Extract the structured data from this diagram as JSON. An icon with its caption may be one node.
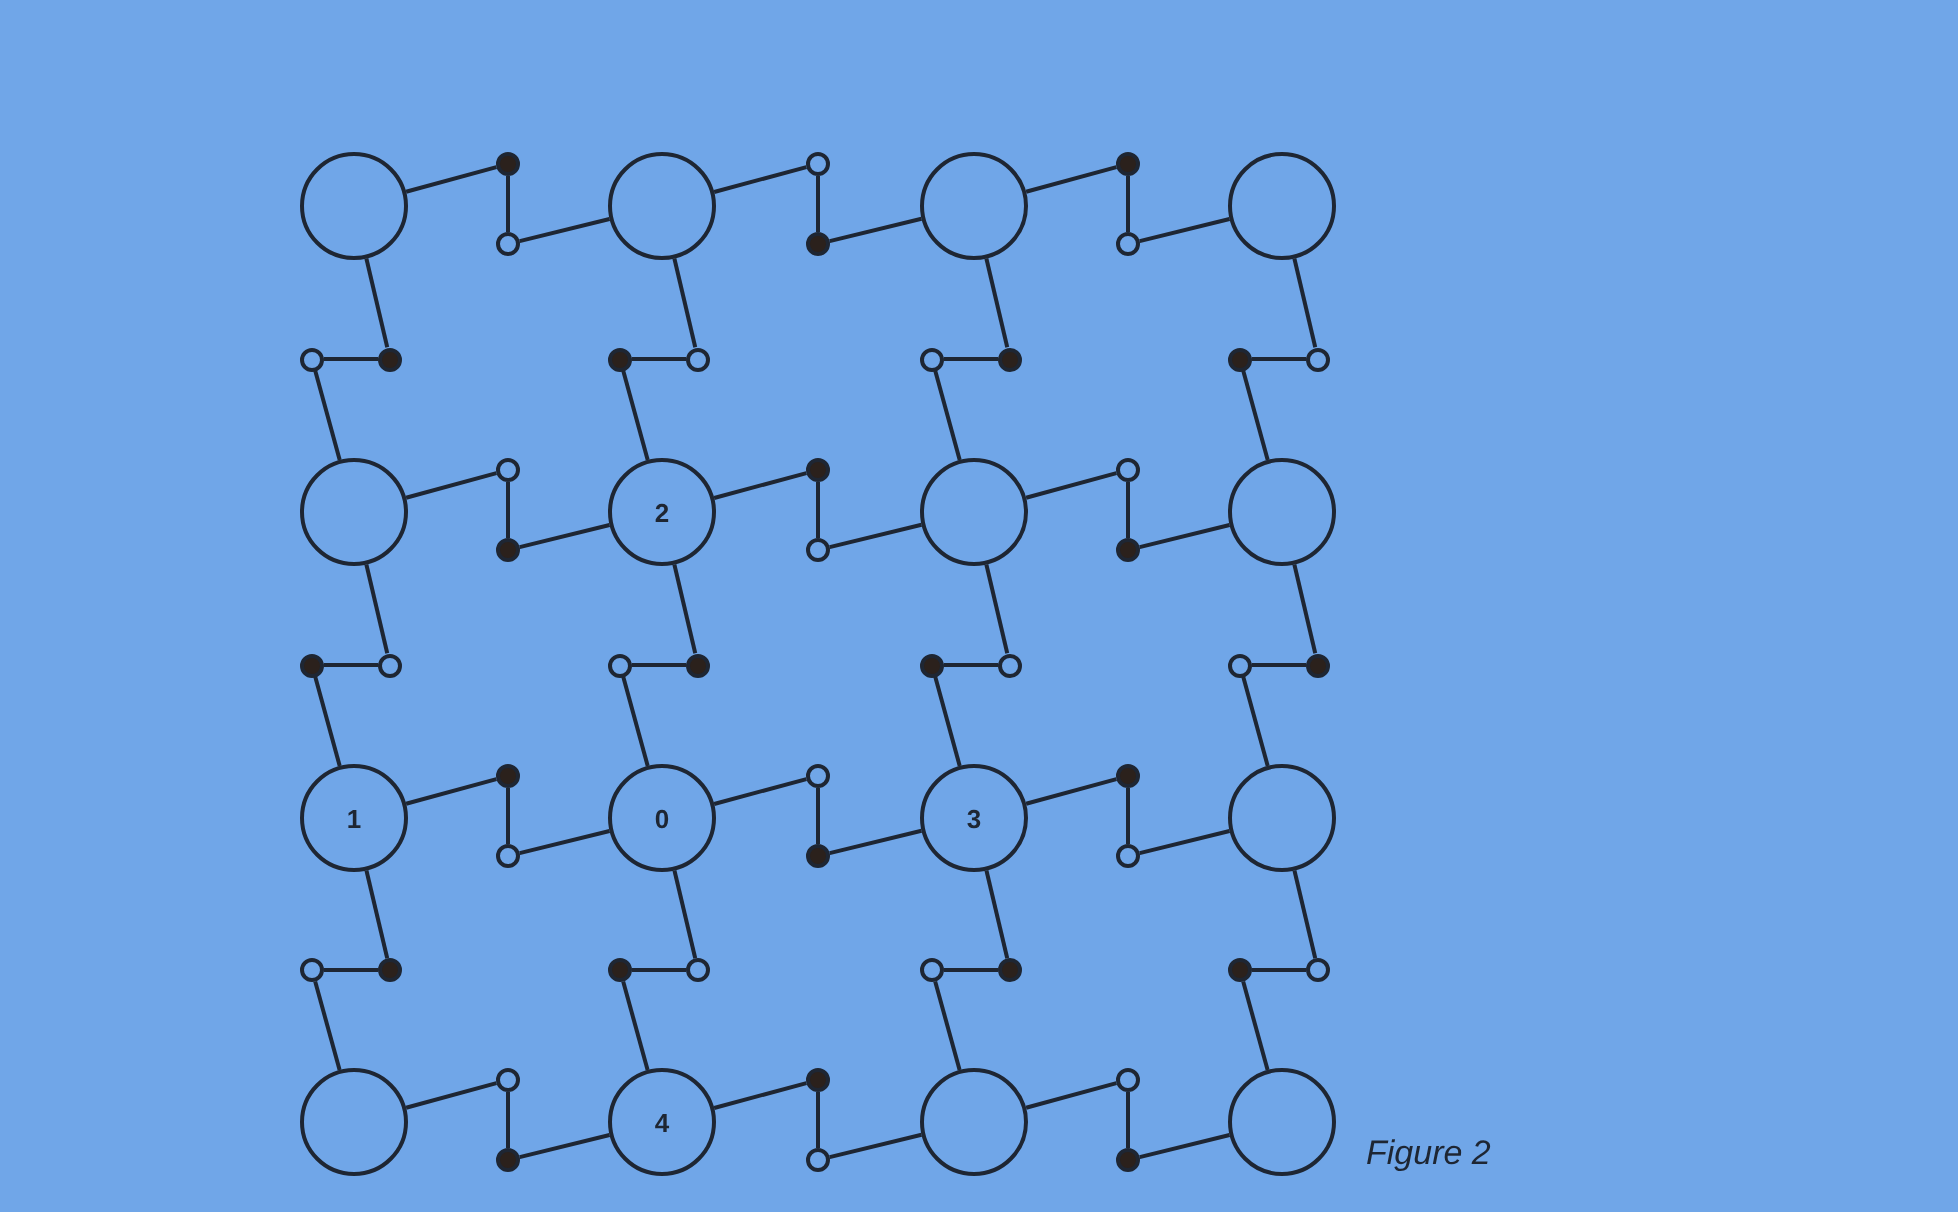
{
  "diagram": {
    "nodes": [
      {
        "text": [],
        "shape": "circle"
      },
      {
        "text": [],
        "shape": "dot"
      },
      {
        "text": [],
        "shape": "circle"
      },
      {
        "text": [],
        "shape": "circle"
      },
      {
        "text": [],
        "shape": "circle"
      },
      {
        "text": [],
        "shape": "dot"
      },
      {
        "text": [],
        "shape": "circle"
      },
      {
        "text": [],
        "shape": "dot"
      },
      {
        "text": [],
        "shape": "circle"
      },
      {
        "text": [],
        "shape": "circle"
      },
      {
        "text": [],
        "shape": "circle"
      },
      {
        "text": [],
        "shape": "dot"
      },
      {
        "text": [],
        "shape": "dot"
      },
      {
        "text": [],
        "shape": "circle"
      },
      {
        "text": [],
        "shape": "circle"
      },
      {
        "text": [],
        "shape": "dot"
      },
      {
        "text": [],
        "shape": "dot"
      },
      {
        "text": [],
        "shape": "circle"
      },
      {
        "text": [],
        "shape": "circle"
      },
      {
        "text": [],
        "shape": "circle"
      },
      {
        "text": [],
        "shape": "dot"
      },
      {
        "text": [
          "2"
        ]
      },
      {
        "text": [],
        "shape": "dot"
      },
      {
        "text": [],
        "shape": "circle"
      },
      {
        "text": [],
        "shape": "circle"
      },
      {
        "text": [],
        "shape": "circle"
      },
      {
        "text": [],
        "shape": "dot"
      },
      {
        "text": [],
        "shape": "circle"
      },
      {
        "text": [],
        "shape": "dot"
      },
      {
        "text": [],
        "shape": "circle"
      },
      {
        "text": [],
        "shape": "circle"
      },
      {
        "text": [],
        "shape": "dot"
      },
      {
        "text": [],
        "shape": "dot"
      },
      {
        "text": [],
        "shape": "circle"
      },
      {
        "text": [],
        "shape": "circle"
      },
      {
        "text": [],
        "shape": "dot"
      },
      {
        "text": [
          "1"
        ]
      },
      {
        "text": [],
        "shape": "dot"
      },
      {
        "text": [],
        "shape": "circle"
      },
      {
        "text": [
          "0"
        ]
      },
      {
        "text": [],
        "shape": "circle"
      },
      {
        "text": [],
        "shape": "dot"
      },
      {
        "text": [
          "3"
        ]
      },
      {
        "text": [],
        "shape": "dot"
      },
      {
        "text": [],
        "shape": "circle"
      },
      {
        "text": [],
        "shape": "circle"
      },
      {
        "text": [],
        "shape": "circle"
      },
      {
        "text": [],
        "shape": "dot"
      },
      {
        "text": [],
        "shape": "dot"
      },
      {
        "text": [],
        "shape": "circle"
      },
      {
        "text": [],
        "shape": "circle"
      },
      {
        "text": [],
        "shape": "dot"
      },
      {
        "text": [],
        "shape": "dot"
      },
      {
        "text": [],
        "shape": "circle"
      },
      {
        "text": [],
        "shape": "circle"
      },
      {
        "text": [],
        "shape": "circle"
      },
      {
        "text": [],
        "shape": "dot"
      },
      {
        "text": [
          "4"
        ]
      },
      {
        "text": [],
        "shape": "dot"
      },
      {
        "text": [],
        "shape": "circle"
      },
      {
        "text": [],
        "shape": "circle"
      },
      {
        "text": [],
        "shape": "circle"
      },
      {
        "text": [],
        "shape": "dot"
      },
      {
        "text": [],
        "shape": "circle"
      }
    ],
    "edges": [
      {
        "from": 0,
        "to": 1,
        "arrow": "none"
      },
      {
        "from": 1,
        "to": 2,
        "arrow": "none"
      },
      {
        "from": 2,
        "to": 3,
        "arrow": "none"
      },
      {
        "from": 3,
        "to": 4,
        "arrow": "none"
      },
      {
        "from": 4,
        "to": 5,
        "arrow": "none"
      },
      {
        "from": 5,
        "to": 6,
        "arrow": "none"
      },
      {
        "from": 6,
        "to": 7,
        "arrow": "none"
      },
      {
        "from": 7,
        "to": 8,
        "arrow": "none"
      },
      {
        "from": 8,
        "to": 9,
        "arrow": "none"
      },
      {
        "from": 18,
        "to": 19,
        "arrow": "none"
      },
      {
        "from": 19,
        "to": 20,
        "arrow": "none"
      },
      {
        "from": 20,
        "to": 21,
        "arrow": "none"
      },
      {
        "from": 21,
        "to": 22,
        "arrow": "none"
      },
      {
        "from": 22,
        "to": 23,
        "arrow": "none"
      },
      {
        "from": 23,
        "to": 24,
        "arrow": "none"
      },
      {
        "from": 24,
        "to": 25,
        "arrow": "none"
      },
      {
        "from": 25,
        "to": 26,
        "arrow": "none"
      },
      {
        "from": 26,
        "to": 27,
        "arrow": "none"
      },
      {
        "from": 36,
        "to": 37,
        "arrow": "none"
      },
      {
        "from": 37,
        "to": 38,
        "arrow": "none"
      },
      {
        "from": 38,
        "to": 39,
        "arrow": "none"
      },
      {
        "from": 39,
        "to": 40,
        "arrow": "none"
      },
      {
        "from": 40,
        "to": 41,
        "arrow": "none"
      },
      {
        "from": 41,
        "to": 42,
        "arrow": "none"
      },
      {
        "from": 42,
        "to": 43,
        "arrow": "none"
      },
      {
        "from": 43,
        "to": 44,
        "arrow": "none"
      },
      {
        "from": 44,
        "to": 45,
        "arrow": "none"
      },
      {
        "from": 54,
        "to": 55,
        "arrow": "none"
      },
      {
        "from": 55,
        "to": 56,
        "arrow": "none"
      },
      {
        "from": 56,
        "to": 57,
        "arrow": "none"
      },
      {
        "from": 57,
        "to": 58,
        "arrow": "none"
      },
      {
        "from": 58,
        "to": 59,
        "arrow": "none"
      },
      {
        "from": 59,
        "to": 60,
        "arrow": "none"
      },
      {
        "from": 60,
        "to": 61,
        "arrow": "none"
      },
      {
        "from": 61,
        "to": 62,
        "arrow": "none"
      },
      {
        "from": 62,
        "to": 63,
        "arrow": "none"
      },
      {
        "from": 0,
        "to": 11,
        "arrow": "none"
      },
      {
        "from": 11,
        "to": 10,
        "arrow": "none"
      },
      {
        "from": 10,
        "to": 18,
        "arrow": "none"
      },
      {
        "from": 3,
        "to": 13,
        "arrow": "none"
      },
      {
        "from": 13,
        "to": 12,
        "arrow": "none"
      },
      {
        "from": 12,
        "to": 21,
        "arrow": "none"
      },
      {
        "from": 6,
        "to": 15,
        "arrow": "none"
      },
      {
        "from": 15,
        "to": 14,
        "arrow": "none"
      },
      {
        "from": 14,
        "to": 24,
        "arrow": "none"
      },
      {
        "from": 9,
        "to": 17,
        "arrow": "none"
      },
      {
        "from": 17,
        "to": 16,
        "arrow": "none"
      },
      {
        "from": 16,
        "to": 27,
        "arrow": "none"
      },
      {
        "from": 18,
        "to": 29,
        "arrow": "none"
      },
      {
        "from": 29,
        "to": 28,
        "arrow": "none"
      },
      {
        "from": 28,
        "to": 36,
        "arrow": "none"
      },
      {
        "from": 21,
        "to": 31,
        "arrow": "none"
      },
      {
        "from": 31,
        "to": 30,
        "arrow": "none"
      },
      {
        "from": 30,
        "to": 39,
        "arrow": "none"
      },
      {
        "from": 24,
        "to": 33,
        "arrow": "none"
      },
      {
        "from": 33,
        "to": 32,
        "arrow": "none"
      },
      {
        "from": 32,
        "to": 42,
        "arrow": "none"
      },
      {
        "from": 27,
        "to": 35,
        "arrow": "none"
      },
      {
        "from": 35,
        "to": 34,
        "arrow": "none"
      },
      {
        "from": 34,
        "to": 45,
        "arrow": "none"
      },
      {
        "from": 36,
        "to": 47,
        "arrow": "none"
      },
      {
        "from": 47,
        "to": 46,
        "arrow": "none"
      },
      {
        "from": 46,
        "to": 54,
        "arrow": "none"
      },
      {
        "from": 39,
        "to": 49,
        "arrow": "none"
      },
      {
        "from": 49,
        "to": 48,
        "arrow": "none"
      },
      {
        "from": 48,
        "to": 57,
        "arrow": "none"
      },
      {
        "from": 42,
        "to": 51,
        "arrow": "none"
      },
      {
        "from": 51,
        "to": 50,
        "arrow": "none"
      },
      {
        "from": 50,
        "to": 60,
        "arrow": "none"
      },
      {
        "from": 45,
        "to": 53,
        "arrow": "none"
      },
      {
        "from": 53,
        "to": 52,
        "arrow": "none"
      },
      {
        "from": 52,
        "to": 63,
        "arrow": "none"
      }
    ],
    "labels": [
      "Figure 2"
    ]
  }
}
